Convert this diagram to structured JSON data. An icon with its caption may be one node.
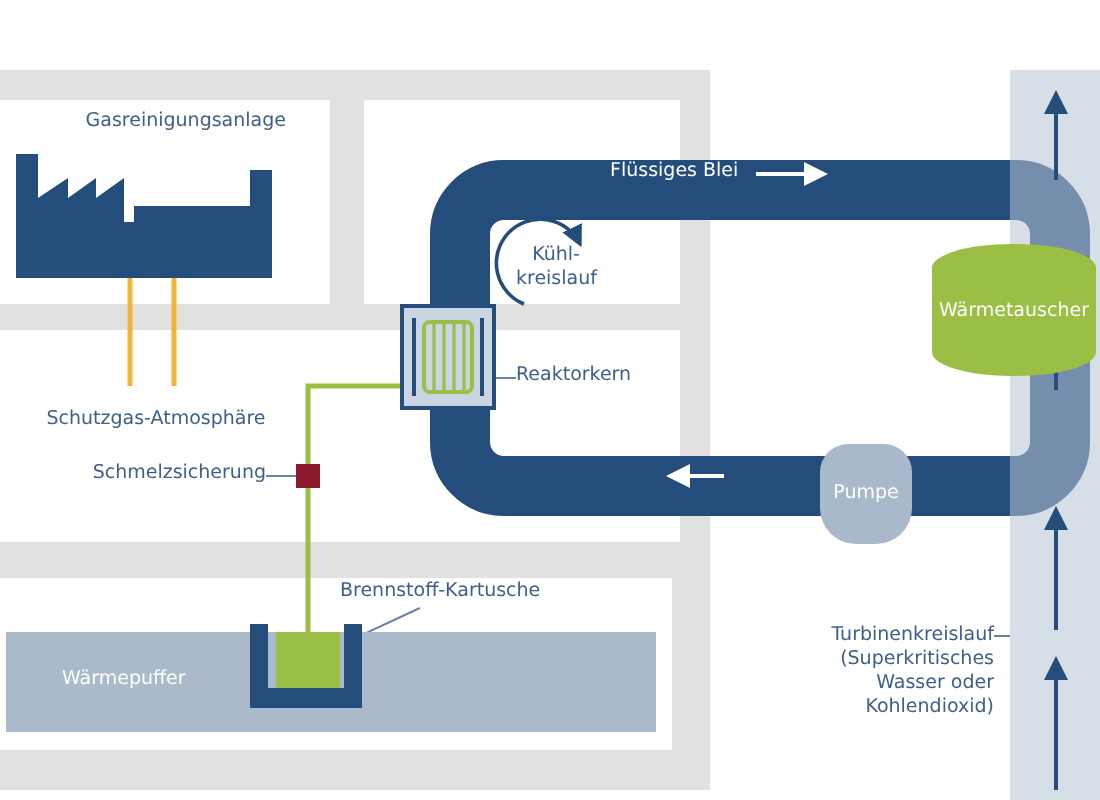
{
  "diagram": {
    "nodes": [
      {
        "text": [
          "Gasreinigungsanlage"
        ]
      },
      {
        "text": [],
        "shape": "box"
      },
      {
        "text": [
          "Reaktorkern"
        ]
      },
      {
        "text": [
          "Schmelzsicherung"
        ]
      },
      {
        "text": [],
        "shape": "box"
      },
      {
        "text": [
          "Brennstoff-Kartusche"
        ]
      },
      {
        "text": [],
        "shape": "box",
        "in": 7
      },
      {
        "text": [
          "Wärmepuffer"
        ]
      },
      {
        "text": [
          "Pumpe"
        ]
      },
      {
        "text": [
          "Wärmetauscher"
        ]
      },
      {
        "text": [
          "Turbinenkreislauf (Superkritisches Wasser oder Kohlendioxid)"
        ]
      }
    ],
    "edges": [
      {
        "from": 2,
        "to": 1,
        "arrow": "none"
      },
      {
        "from": 3,
        "to": 4,
        "arrow": "none"
      },
      {
        "from": 5,
        "to": 6,
        "arrow": "none"
      },
      {
        "from": 1,
        "to": 4,
        "arrow": "none",
        "style": "thick",
        "color": "#9bbf45"
      },
      {
        "from": 4,
        "to": 6,
        "arrow": "none",
        "style": "thick",
        "color": "#9bbf45"
      },
      {
        "from": 10,
        "to": null,
        "arrow": "none"
      }
    ],
    "labels": [
      "Schutzgas-Atmosphäre",
      "Flüssiges Blei",
      "Kühl- kreislauf"
    ]
  }
}
